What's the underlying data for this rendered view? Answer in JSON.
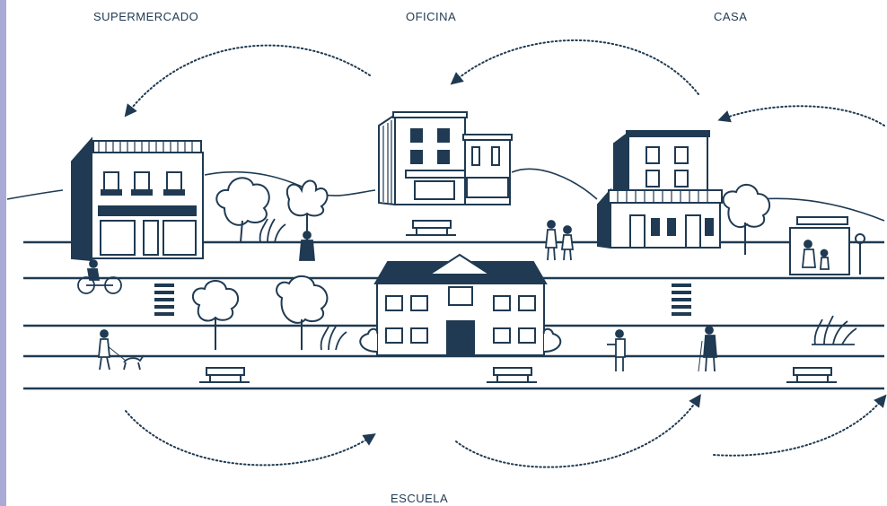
{
  "places": {
    "supermercado": "SUPERMERCADO",
    "oficina": "OFICINA",
    "casa": "CASA",
    "escuela": "ESCUELA"
  },
  "colors": {
    "ink": "#1f3a52",
    "accent_edge": "#a9abd6",
    "background": "#ffffff"
  }
}
